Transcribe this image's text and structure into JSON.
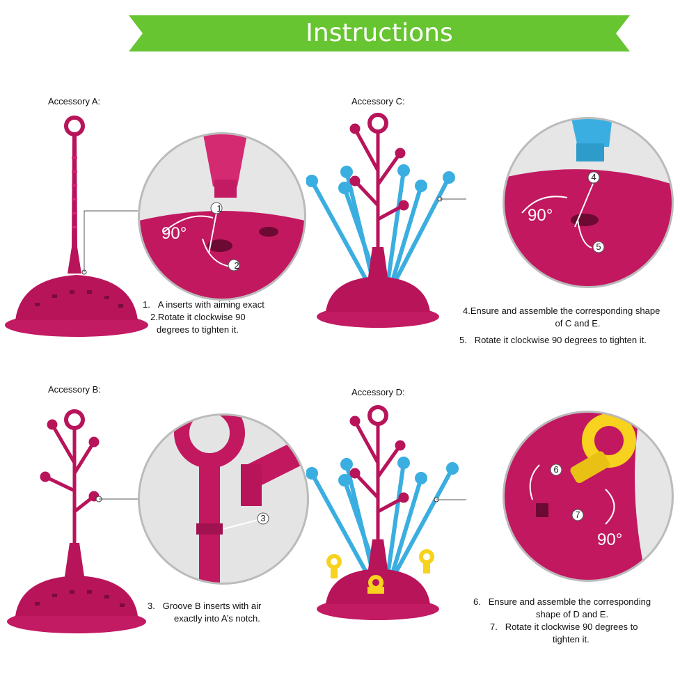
{
  "header": {
    "title": "Instructions"
  },
  "accessories": [
    {
      "label": "Accessory A:"
    },
    {
      "label": "Accessory C:"
    },
    {
      "label": "Accessory B:"
    },
    {
      "label": "Accessory D:"
    }
  ],
  "zooms": {
    "a": {
      "angle": "90°",
      "steps": [
        "1",
        "2"
      ]
    },
    "c": {
      "angle": "90°",
      "steps": [
        "4",
        "5"
      ]
    },
    "b": {
      "steps": [
        "3"
      ]
    },
    "d": {
      "angle": "90°",
      "steps": [
        "6",
        "7"
      ]
    }
  },
  "instructions": {
    "a": [
      {
        "num": "1.",
        "text": "A inserts with aiming exact"
      },
      {
        "num": "",
        "text": "2.Rotate it clockwise 90"
      },
      {
        "num": "",
        "text": "degrees to tighten it."
      }
    ],
    "c": [
      {
        "num": "",
        "text": "4.Ensure and assemble the corresponding shape"
      },
      {
        "num": "",
        "text": "of C and E."
      },
      {
        "num": "5.",
        "text": "Rotate it clockwise 90 degrees to tighten it."
      }
    ],
    "b": [
      {
        "num": "3.",
        "text": "Groove B inserts with air"
      },
      {
        "num": "",
        "text": "exactly into A’s notch."
      }
    ],
    "d": [
      {
        "num": "6.",
        "text": "Ensure and assemble the corresponding"
      },
      {
        "num": "",
        "text": "shape of D and E."
      },
      {
        "num": "7.",
        "text": "Rotate it clockwise 90 degrees to"
      },
      {
        "num": "",
        "text": "tighten it."
      }
    ]
  },
  "colors": {
    "banner_green": "#67c531",
    "magenta": "#b8145a",
    "magenta_light": "#d42a72",
    "blue": "#3aaee0",
    "yellow": "#f7d21e",
    "zoom_bg": "#e8e8e8"
  }
}
